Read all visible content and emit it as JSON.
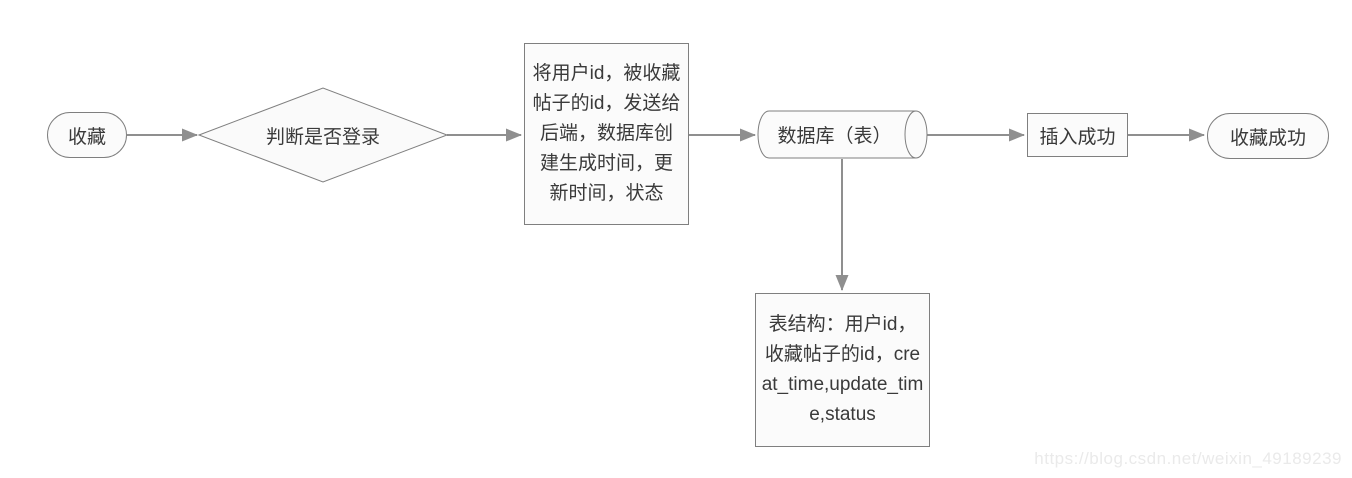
{
  "diagram": {
    "type": "flowchart",
    "nodes": {
      "start": {
        "type": "terminator",
        "label": "收藏"
      },
      "decision": {
        "type": "decision",
        "label": "判断是否登录"
      },
      "process": {
        "type": "process",
        "label": "将用户id，被收藏帖子的id，发送给后端，数据库创建生成时间，更新时间，状态"
      },
      "database": {
        "type": "datastore-cylinder",
        "label": "数据库（表）"
      },
      "insert_success": {
        "type": "process",
        "label": "插入成功"
      },
      "end": {
        "type": "terminator",
        "label": "收藏成功"
      },
      "table_note": {
        "type": "note",
        "label": "表结构：用户id，收藏帖子的id，creat_time,update_time,status"
      }
    },
    "edges": [
      {
        "from": "start",
        "to": "decision"
      },
      {
        "from": "decision",
        "to": "process"
      },
      {
        "from": "process",
        "to": "database"
      },
      {
        "from": "database",
        "to": "insert_success"
      },
      {
        "from": "insert_success",
        "to": "end"
      },
      {
        "from": "database",
        "to": "table_note"
      }
    ]
  },
  "watermark": {
    "text": "https://blog.csdn.net/weixin_49189239"
  },
  "colors": {
    "background": "#ffffff",
    "shape_fill": "#fbfbfb",
    "shape_border": "#7f7f7f",
    "connector": "#8f8f8f",
    "text": "#3a3a3a",
    "watermark": "#eaeaea"
  }
}
